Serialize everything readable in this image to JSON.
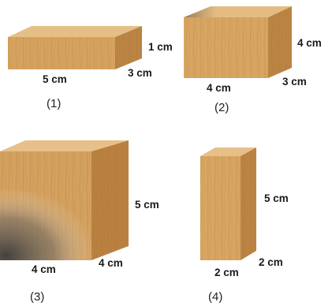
{
  "figures": [
    {
      "caption": "(1)",
      "dims": {
        "width": "5 cm",
        "depth": "3 cm",
        "height": "1 cm"
      }
    },
    {
      "caption": "(2)",
      "dims": {
        "width": "4 cm",
        "depth": "3 cm",
        "height": "4 cm"
      }
    },
    {
      "caption": "(3)",
      "dims": {
        "width": "4 cm",
        "depth": "4 cm",
        "height": "5 cm"
      }
    },
    {
      "caption": "(4)",
      "dims": {
        "width": "2 cm",
        "depth": "2 cm",
        "height": "5 cm"
      }
    }
  ],
  "colors": {
    "wood_front": "#d9a665",
    "wood_side": "#b98040",
    "wood_top": "#e8c38c",
    "grain": "#a46f35",
    "shadow": "#555555"
  }
}
